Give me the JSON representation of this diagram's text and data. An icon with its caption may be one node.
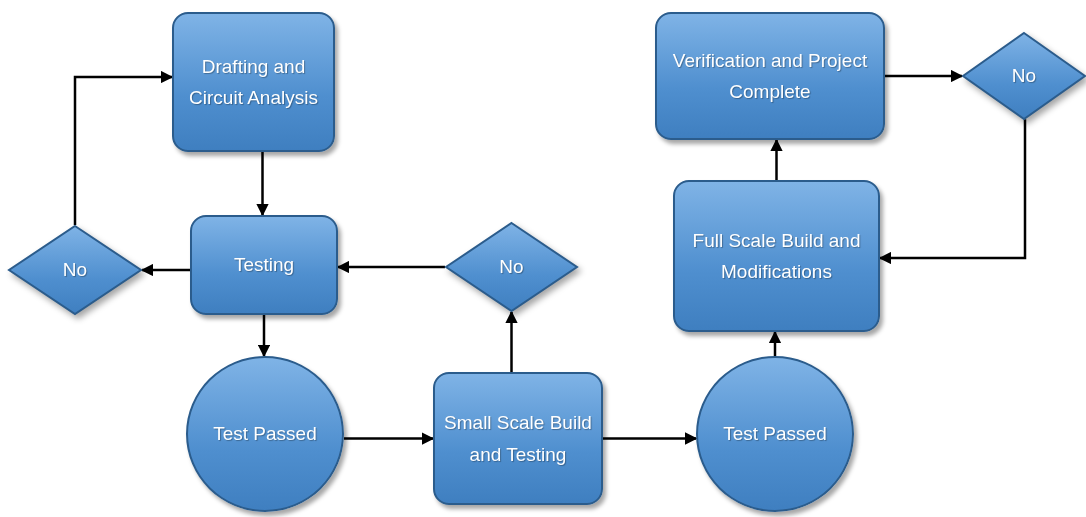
{
  "diagram": {
    "nodes": [
      {
        "text": [
          "Drafting and Circuit Analysis"
        ]
      },
      {
        "text": [
          "Testing"
        ]
      },
      {
        "text": [
          "No"
        ]
      },
      {
        "text": [
          "Test Passed"
        ]
      },
      {
        "text": [
          "Small Scale Build and Testing"
        ]
      },
      {
        "text": [
          "No"
        ]
      },
      {
        "text": [
          "Test Passed"
        ]
      },
      {
        "text": [
          "Full Scale Build and Modifications"
        ]
      },
      {
        "text": [
          "Verification and Project Complete"
        ]
      },
      {
        "text": [
          "No"
        ]
      }
    ],
    "edges": [
      {
        "from": 0,
        "to": 1,
        "arrow": "to"
      },
      {
        "from": 1,
        "to": 2,
        "arrow": "to"
      },
      {
        "from": 2,
        "to": 0,
        "arrow": "to"
      },
      {
        "from": 1,
        "to": 3,
        "arrow": "to"
      },
      {
        "from": 3,
        "to": 4,
        "arrow": "to"
      },
      {
        "from": 4,
        "to": 5,
        "arrow": "to"
      },
      {
        "from": 5,
        "to": 1,
        "arrow": "to"
      },
      {
        "from": 4,
        "to": 6,
        "arrow": "to"
      },
      {
        "from": 6,
        "to": 7,
        "arrow": "to"
      },
      {
        "from": 7,
        "to": 8,
        "arrow": "to"
      },
      {
        "from": 8,
        "to": 9,
        "arrow": "to"
      },
      {
        "from": 9,
        "to": 7,
        "arrow": "to"
      }
    ]
  }
}
